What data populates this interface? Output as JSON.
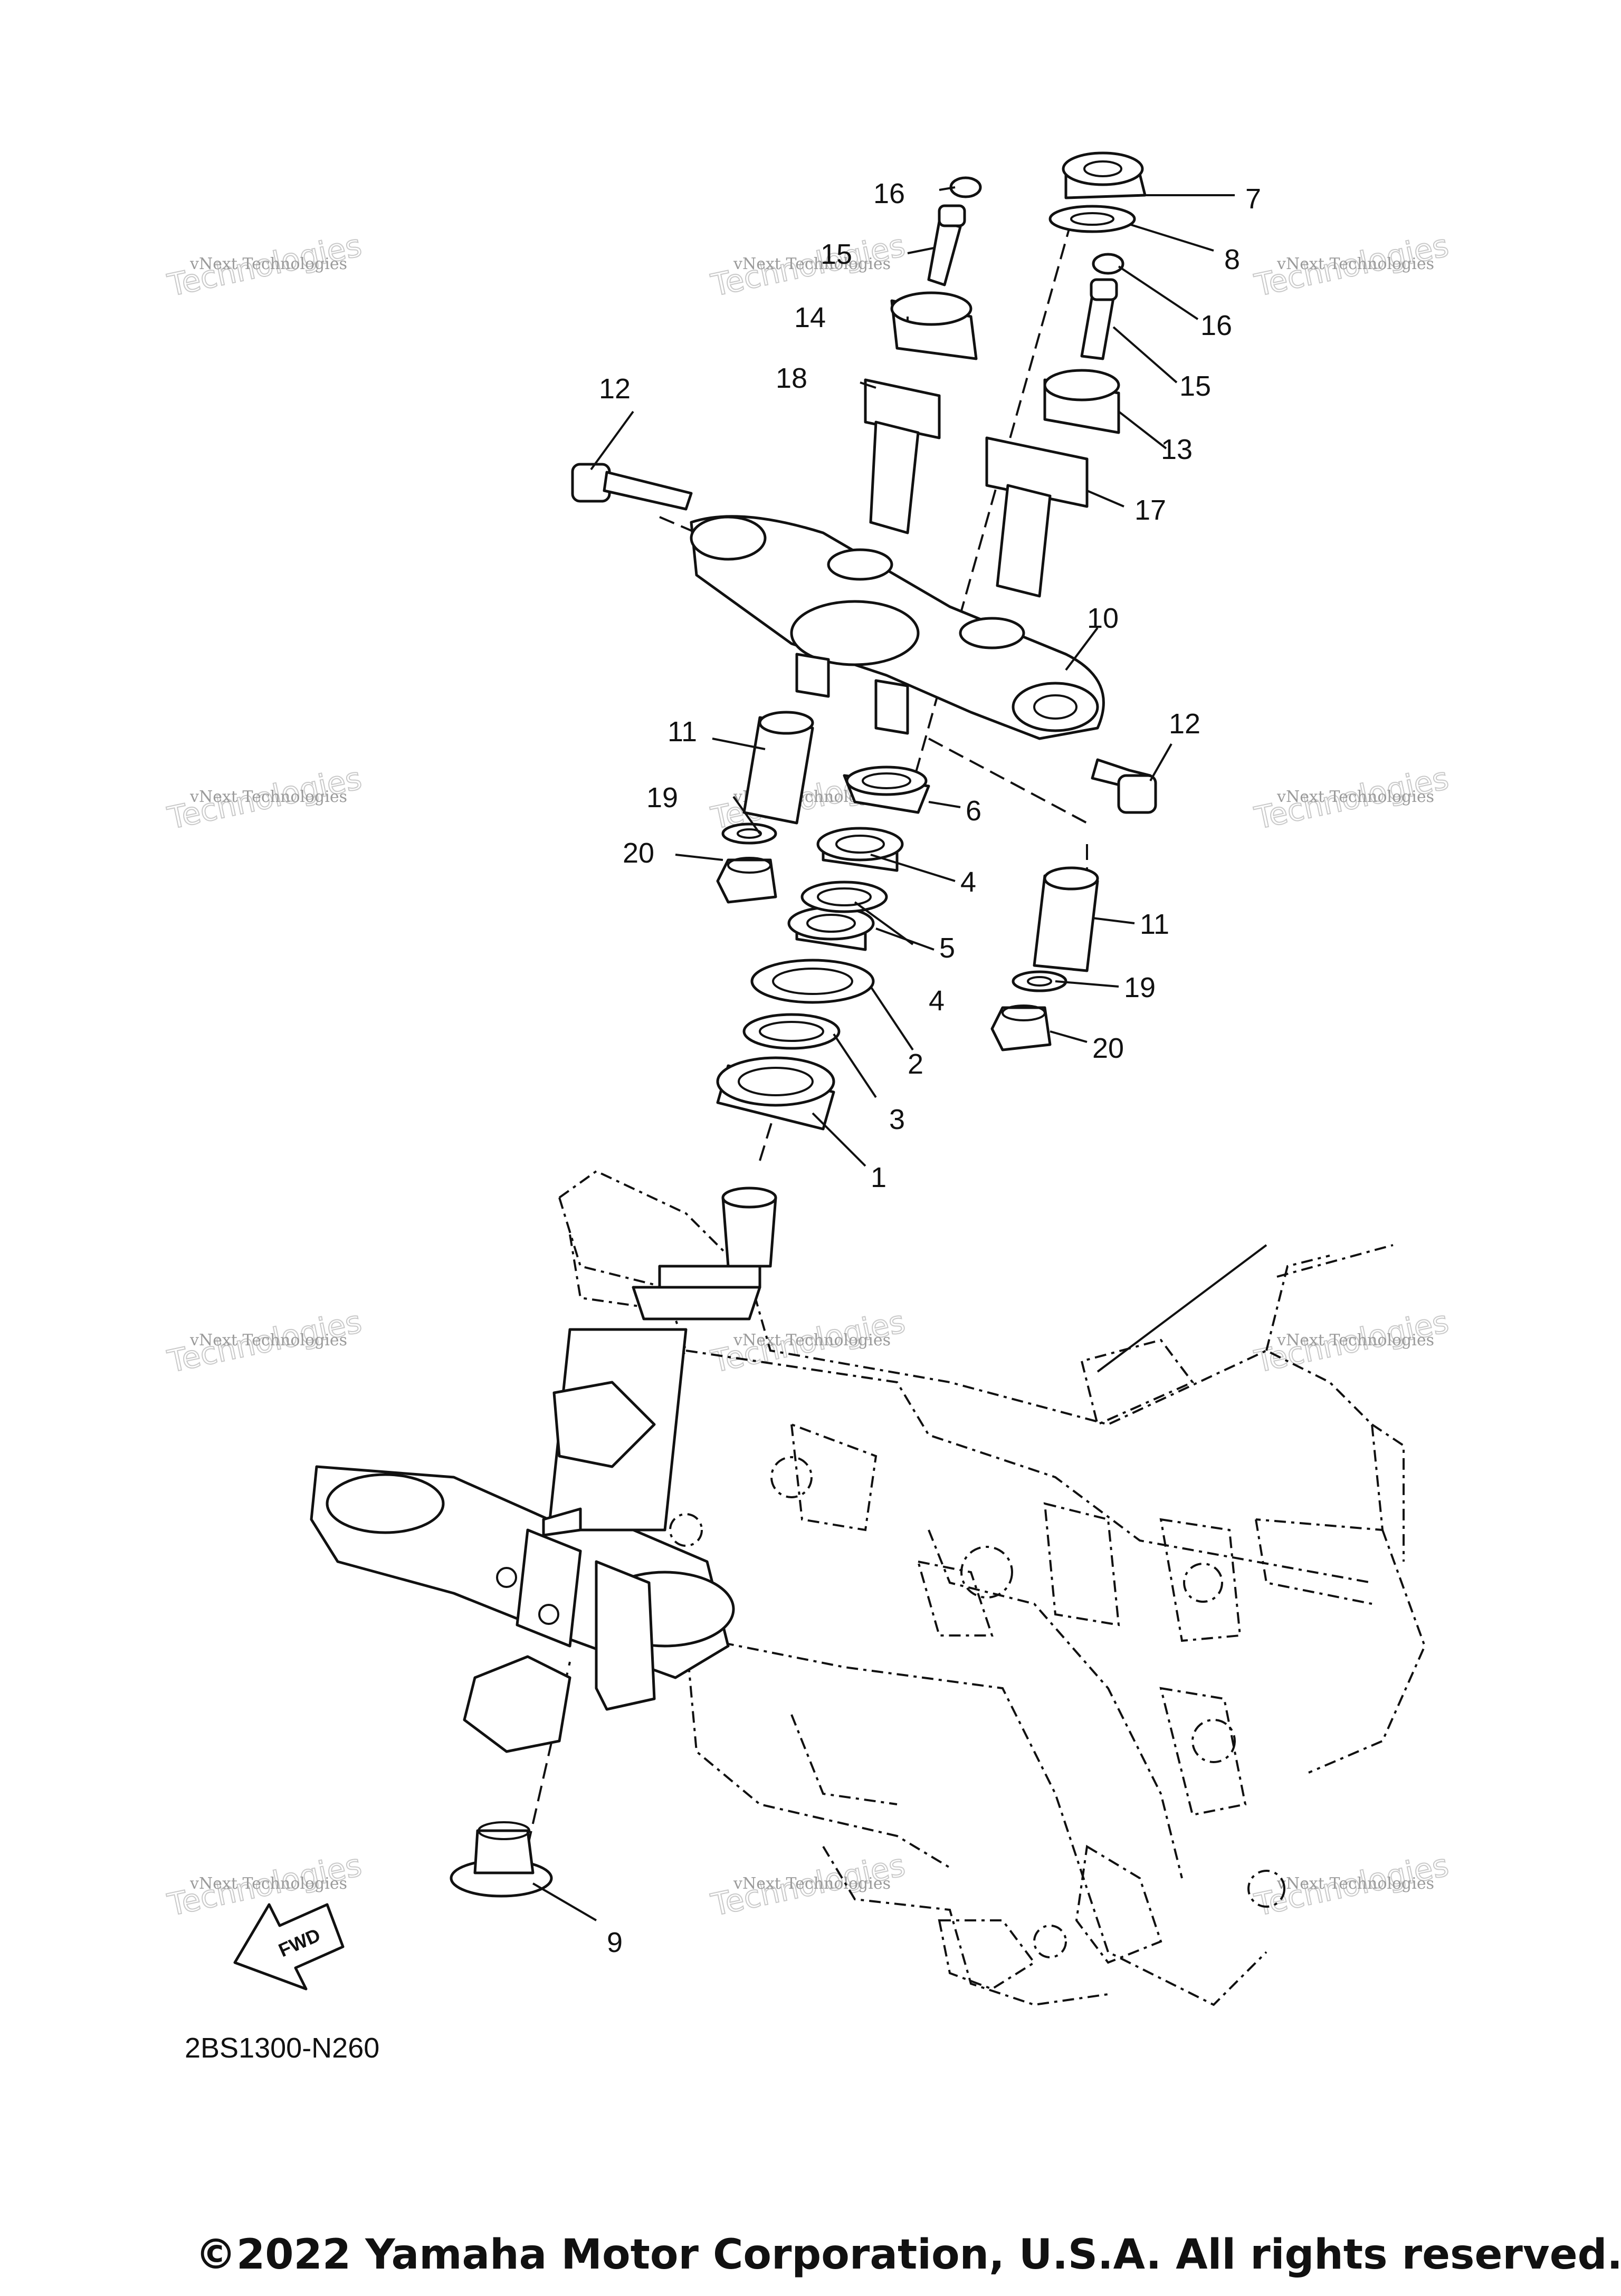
{
  "diagram": {
    "code": "2BS1300-N260",
    "copyright": "©2022 Yamaha Motor Corporation, U.S.A. All rights reserved.",
    "fwd_label": "FWD",
    "watermark": {
      "line1": "vNext Technologies",
      "line2": "Technologies"
    },
    "callouts": [
      "1",
      "2",
      "3",
      "4",
      "4",
      "5",
      "6",
      "7",
      "8",
      "9",
      "10",
      "11",
      "11",
      "12",
      "12",
      "13",
      "14",
      "15",
      "15",
      "16",
      "16",
      "17",
      "18",
      "19",
      "19",
      "20",
      "20"
    ]
  }
}
